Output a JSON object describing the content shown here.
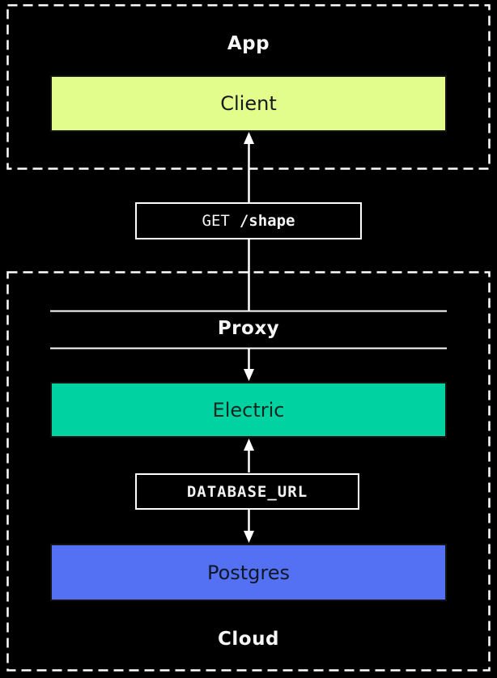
{
  "page": {
    "background": "#000000",
    "stroke_color": "#ffffff"
  },
  "groups": {
    "app": {
      "label": "App"
    },
    "cloud": {
      "label": "Cloud"
    }
  },
  "nodes": {
    "client": {
      "label": "Client",
      "fill": "#e3fd8d",
      "text_color": "#16191b"
    },
    "proxy": {
      "label": "Proxy"
    },
    "electric": {
      "label": "Electric",
      "fill": "#00d2a2",
      "text_color": "#102720"
    },
    "postgres": {
      "label": "Postgres",
      "fill": "#5571f3",
      "text_color": "#101726"
    }
  },
  "edges": {
    "client_request": {
      "method": "GET",
      "path": "/shape"
    },
    "electric_postgres": {
      "label": "DATABASE_URL"
    }
  }
}
